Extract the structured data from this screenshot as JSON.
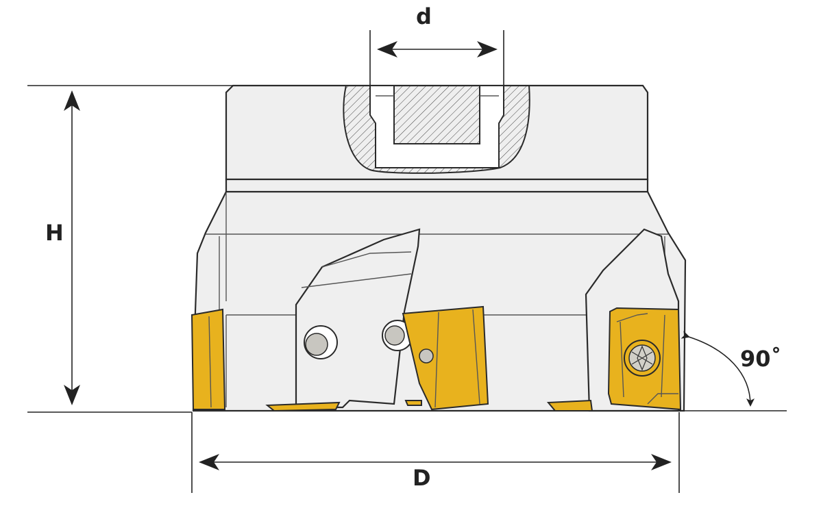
{
  "diagram": {
    "labels": {
      "bore_diameter": "d",
      "height": "H",
      "cutter_diameter": "D",
      "entering_angle": "90˚"
    },
    "colors": {
      "insert": "#E8B21E",
      "body": "#efefef",
      "outline": "#2a2a2a"
    }
  }
}
